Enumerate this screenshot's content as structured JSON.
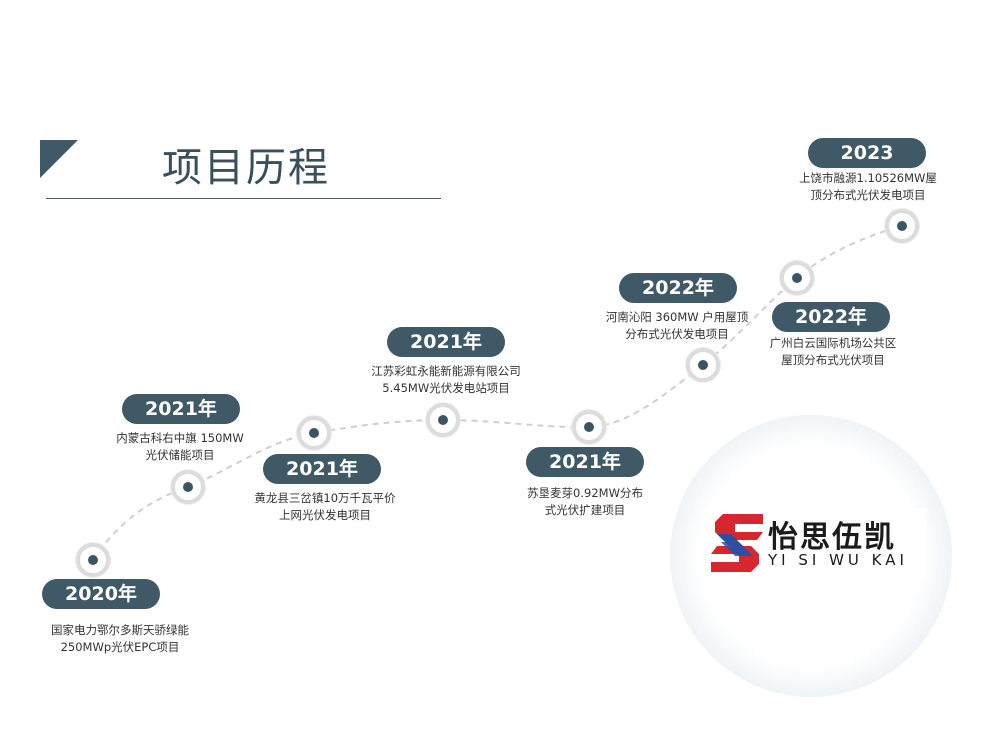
{
  "page": {
    "title": "项目历程"
  },
  "milestones": [
    {
      "year": "2020年",
      "desc_line1": "国家电力鄂尔多斯天骄绿能",
      "desc_line2": "250MWp光伏EPC项目"
    },
    {
      "year": "2021年",
      "desc_line1": "内蒙古科右中旗 150MW",
      "desc_line2": "光伏储能项目"
    },
    {
      "year": "2021年",
      "desc_line1": "黄龙县三岔镇10万千瓦平价",
      "desc_line2": "上网光伏发电项目"
    },
    {
      "year": "2021年",
      "desc_line1": "江苏彩虹永能新能源有限公司",
      "desc_line2": "5.45MW光伏发电站项目"
    },
    {
      "year": "2021年",
      "desc_line1": "苏垦麦芽0.92MW分布",
      "desc_line2": "式光伏扩建项目"
    },
    {
      "year": "2022年",
      "desc_line1": "河南沁阳 360MW 户用屋顶",
      "desc_line2": "分布式光伏发电项目"
    },
    {
      "year": "2022年",
      "desc_line1": "广州白云国际机场公共区",
      "desc_line2": "屋顶分布式光伏项目"
    },
    {
      "year": "2023",
      "desc_line1": "上饶市融源1.10526MW屋",
      "desc_line2": "顶分布式光伏发电项目"
    }
  ],
  "logo": {
    "name_zh": "怡思伍凯",
    "name_en": "YI SI WU KAI",
    "colors": {
      "red": "#d7262e",
      "blue": "#2c4fa1"
    }
  },
  "colors": {
    "accent": "#3f5966",
    "dot": "#3b5663",
    "ring": "#dcdcdc"
  }
}
